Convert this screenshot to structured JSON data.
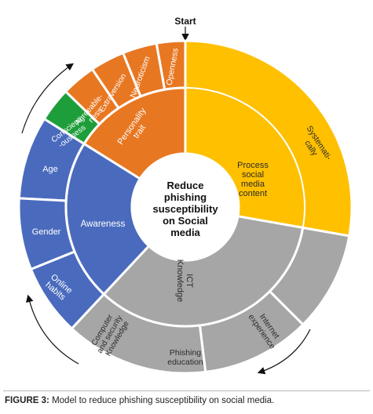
{
  "start_label": "Start",
  "center": {
    "lines": [
      "Reduce",
      "phishing",
      "susceptibility",
      "on Social",
      "media"
    ]
  },
  "colors": {
    "personality": "#e87722",
    "awareness": "#4a6bbd",
    "conscientiousness": "#1e9e3a",
    "ict": "#a6a6a6",
    "social": "#ffc000",
    "outline": "#ffffff"
  },
  "inner_ring": [
    {
      "id": "personality",
      "lines": [
        "Personality",
        "trait"
      ]
    },
    {
      "id": "awareness",
      "lines": [
        "Awareness"
      ]
    },
    {
      "id": "ict",
      "lines": [
        "ICT",
        "Knowledge"
      ]
    },
    {
      "id": "social",
      "lines": [
        "Process",
        "social",
        "media",
        "content"
      ]
    }
  ],
  "outer_ring": [
    {
      "id": "openness",
      "lines": [
        "Openness"
      ]
    },
    {
      "id": "neuroticism",
      "lines": [
        "Neuroticism"
      ]
    },
    {
      "id": "extraversion",
      "lines": [
        "Extraversion"
      ]
    },
    {
      "id": "agreeableness",
      "lines": [
        "Agreeable-",
        "ness"
      ]
    },
    {
      "id": "conscientiousness",
      "lines": [
        "Conscienti",
        "-ousness"
      ]
    },
    {
      "id": "age",
      "lines": [
        "Age"
      ]
    },
    {
      "id": "gender",
      "lines": [
        "Gender"
      ]
    },
    {
      "id": "online-habits",
      "lines": [
        "Online",
        "habits"
      ]
    },
    {
      "id": "computer-security",
      "lines": [
        "Computer",
        "and security",
        "Knowledge"
      ]
    },
    {
      "id": "phishing-education",
      "lines": [
        "Phishing",
        "education"
      ]
    },
    {
      "id": "internet-experience",
      "lines": [
        "Internet",
        "experience"
      ]
    },
    {
      "id": "systematically",
      "lines": [
        "Systemati-",
        "cally"
      ]
    }
  ],
  "caption": {
    "label": "FIGURE 3:",
    "text": " Model to reduce phishing susceptibility on social media."
  }
}
